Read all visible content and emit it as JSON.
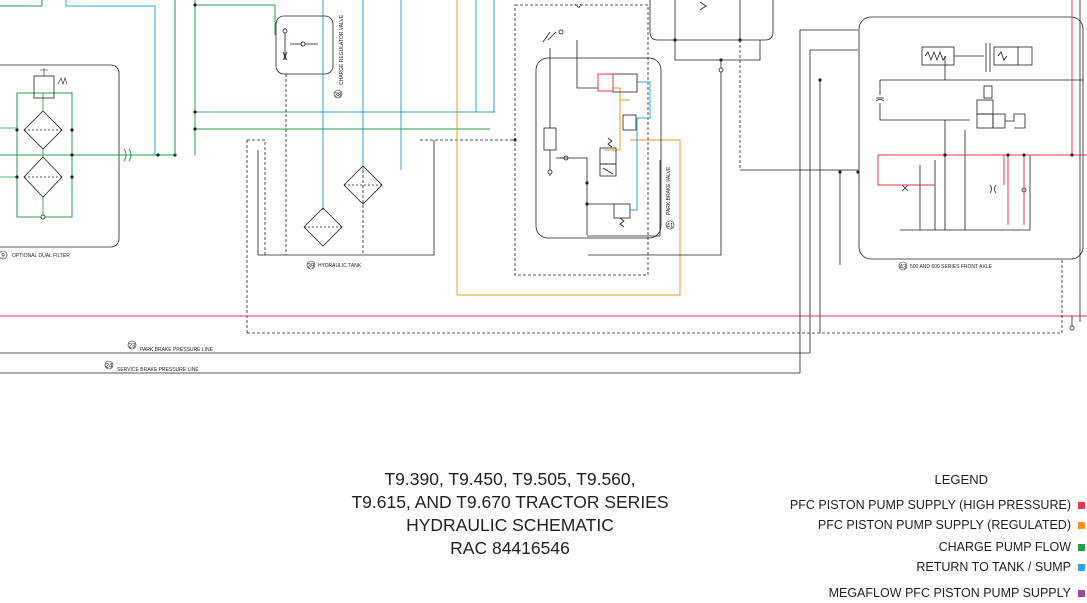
{
  "diagram": {
    "labels": {
      "optional_dual_filter": "OPTIONAL DUAL FILTER",
      "charge_regulator_valve": "CHARGE REGULATOR VALVE",
      "hydraulic_tank": "HYDRAULIC TANK",
      "park_brake_valve": "PARK BRAKE VALVE",
      "front_axle": "500 AND 600 SERIES FRONT AXLE",
      "park_brake_pressure_line": "PARK BRAKE PRESSURE LINE",
      "service_brake_pressure_line": "SERVICE BRAKE PRESSURE LINE"
    },
    "callouts": {
      "filter": "9",
      "charge_regulator": "38",
      "tank": "39",
      "park_brake": "41",
      "front_axle": "43",
      "park_line": "23",
      "service_line": "24"
    }
  },
  "title": {
    "line1": "T9.390, T9.450, T9.505, T9.560,",
    "line2": "T9.615, AND T9.670 TRACTOR SERIES",
    "line3": "HYDRAULIC SCHEMATIC",
    "line4": "RAC 84416546"
  },
  "legend": {
    "heading": "LEGEND",
    "items": [
      {
        "label": "PFC PISTON PUMP SUPPLY (HIGH PRESSURE)",
        "color": "#e8344e"
      },
      {
        "label": "PFC PISTON PUMP SUPPLY (REGULATED)",
        "color": "#f7941d"
      },
      {
        "label": "CHARGE PUMP FLOW",
        "color": "#1fa04a"
      },
      {
        "label": "RETURN TO TANK / SUMP",
        "color": "#2ea3dd"
      },
      {
        "label": "MEGAFLOW PFC PISTON PUMP SUPPLY",
        "color": "#a146a6"
      }
    ]
  }
}
